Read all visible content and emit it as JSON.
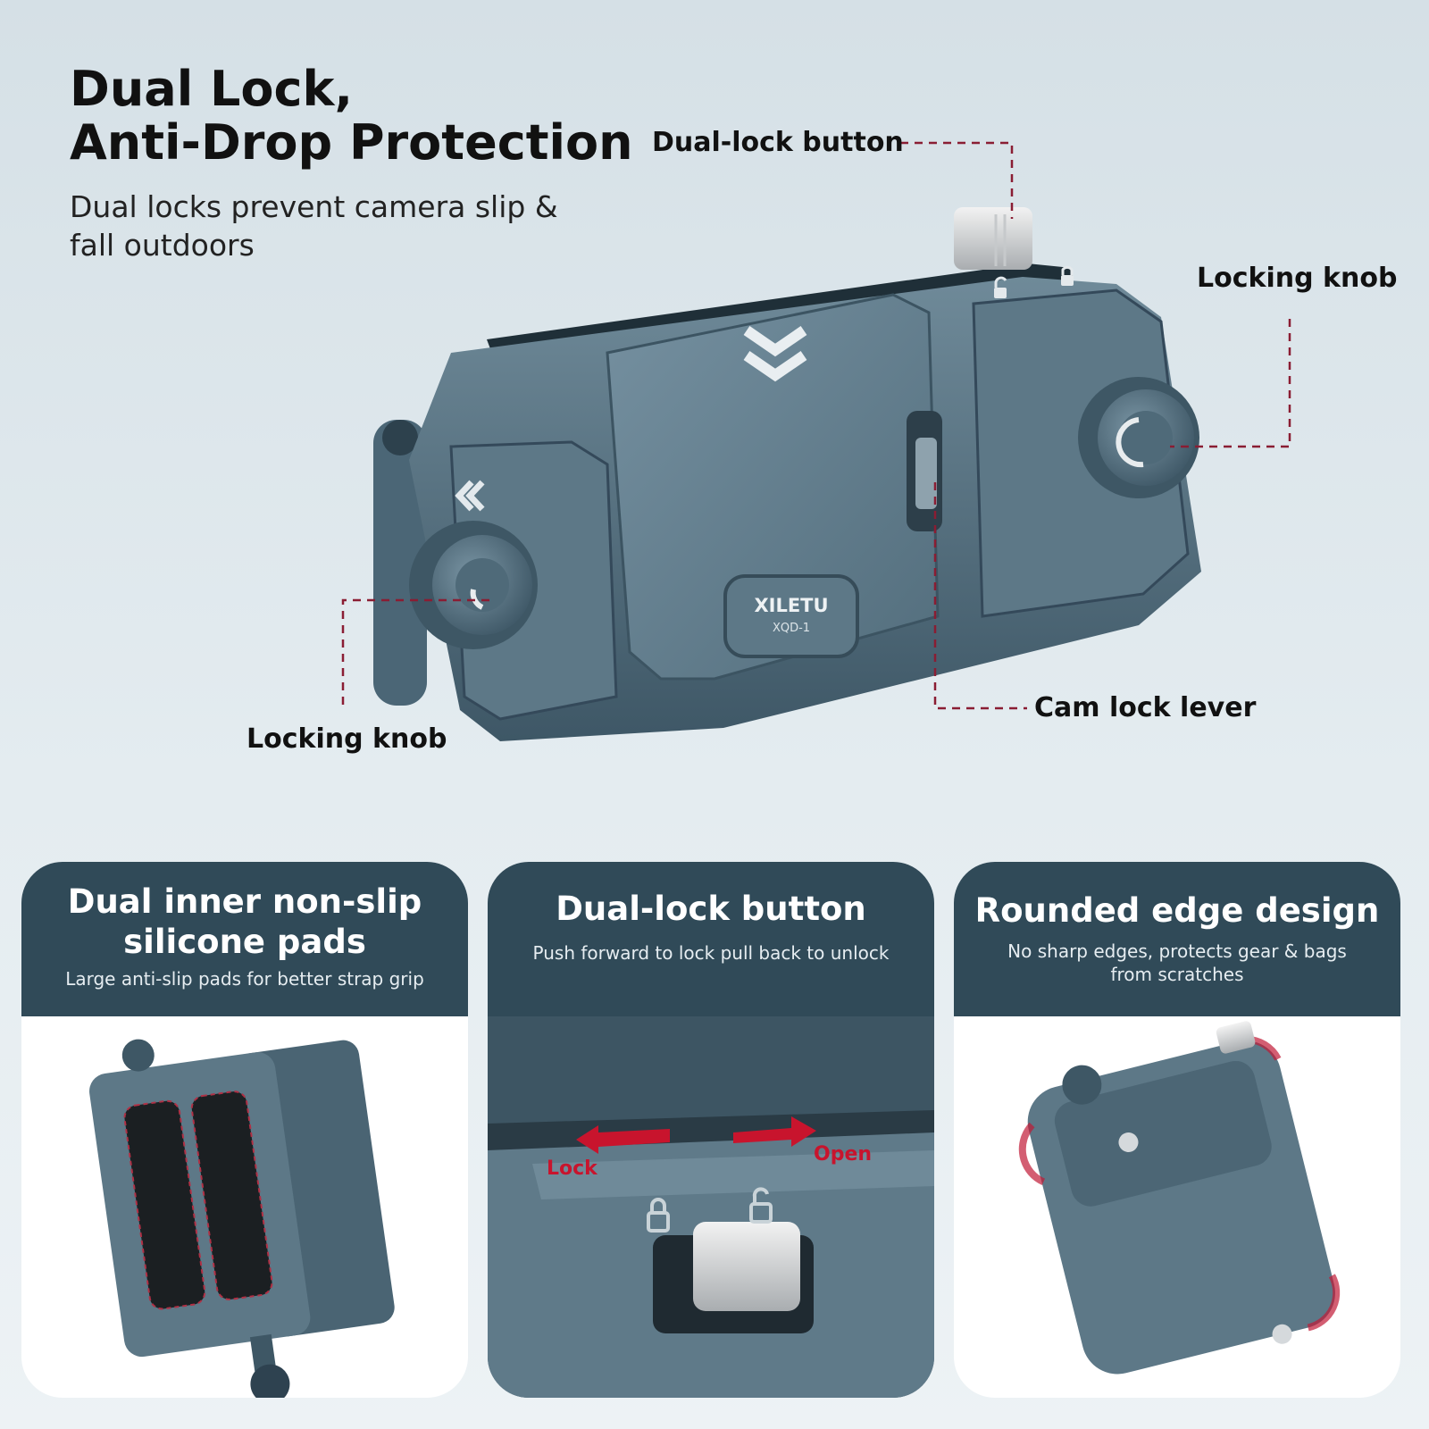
{
  "headline": {
    "line1": "Dual Lock,",
    "line2": "Anti-Drop Protection",
    "subtitle": "Dual locks prevent camera slip & fall outdoors"
  },
  "callouts": {
    "dual_lock_button": "Dual-lock button",
    "locking_knob_right": "Locking knob",
    "locking_knob_left": "Locking knob",
    "cam_lock_lever": "Cam lock lever"
  },
  "product": {
    "brand": "XILETU",
    "model": "XQD-1"
  },
  "cards": [
    {
      "title": "Dual inner non-slip silicone pads",
      "subtitle": "Large anti-slip pads for better strap grip"
    },
    {
      "title": "Dual-lock button",
      "subtitle": "Push forward to lock  pull back to unlock",
      "lock_label": "Lock",
      "open_label": "Open"
    },
    {
      "title": "Rounded edge design",
      "subtitle": "No sharp edges, protects gear & bags from scratches"
    }
  ],
  "colors": {
    "card_header": "#304a58",
    "metal": "#5b7686",
    "accent": "#8a1d33"
  }
}
